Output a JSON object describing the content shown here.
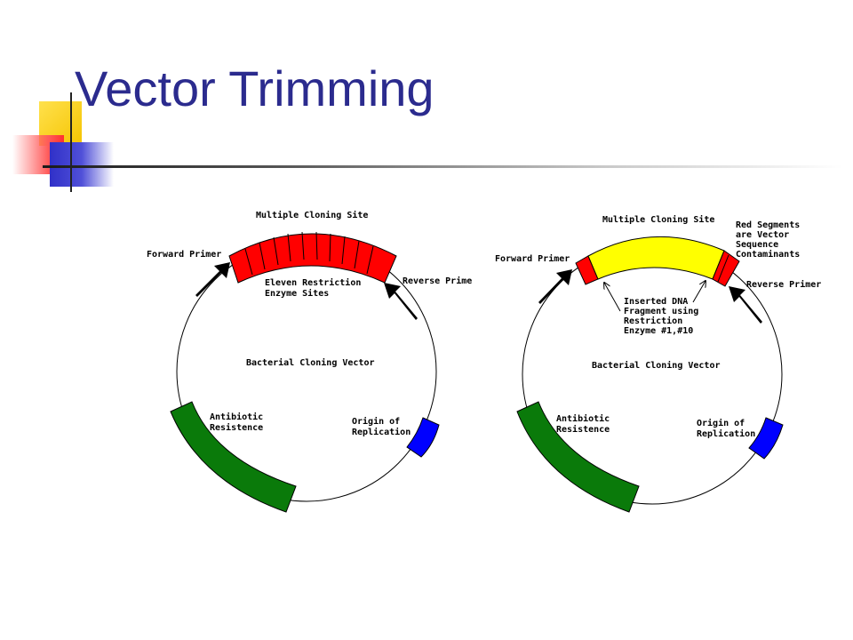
{
  "slide": {
    "title": "Vector Trimming"
  },
  "colors": {
    "title": "#2b2b8e",
    "red": "#ff0000",
    "yellow": "#ffff00",
    "green": "#0a7a0a",
    "blue": "#0000ff",
    "arrow": "#000000"
  },
  "left_diagram": {
    "multiple_cloning_site": "Multiple Cloning Site",
    "forward_primer": "Forward Primer",
    "reverse_primer": "Reverse Prime",
    "restriction_line1": "Eleven Restriction",
    "restriction_line2": "Enzyme Sites",
    "center": "Bacterial Cloning Vector",
    "antibiotic_line1": "Antibiotic",
    "antibiotic_line2": "Resistence",
    "origin_line1": "Origin of",
    "origin_line2": "Replication"
  },
  "right_diagram": {
    "multiple_cloning_site": "Multiple Cloning Site",
    "forward_primer": "Forward Primer",
    "reverse_primer": "Reverse Primer",
    "red_note_line1": "Red Segments",
    "red_note_line2": "are Vector",
    "red_note_line3": "Sequence",
    "red_note_line4": "Contaminants",
    "inserted_line1": "Inserted DNA",
    "inserted_line2": "Fragment using",
    "inserted_line3": "Restriction",
    "inserted_line4": "Enzyme #1,#10",
    "center": "Bacterial Cloning Vector",
    "antibiotic_line1": "Antibiotic",
    "antibiotic_line2": "Resistence",
    "origin_line1": "Origin of",
    "origin_line2": "Replication"
  }
}
